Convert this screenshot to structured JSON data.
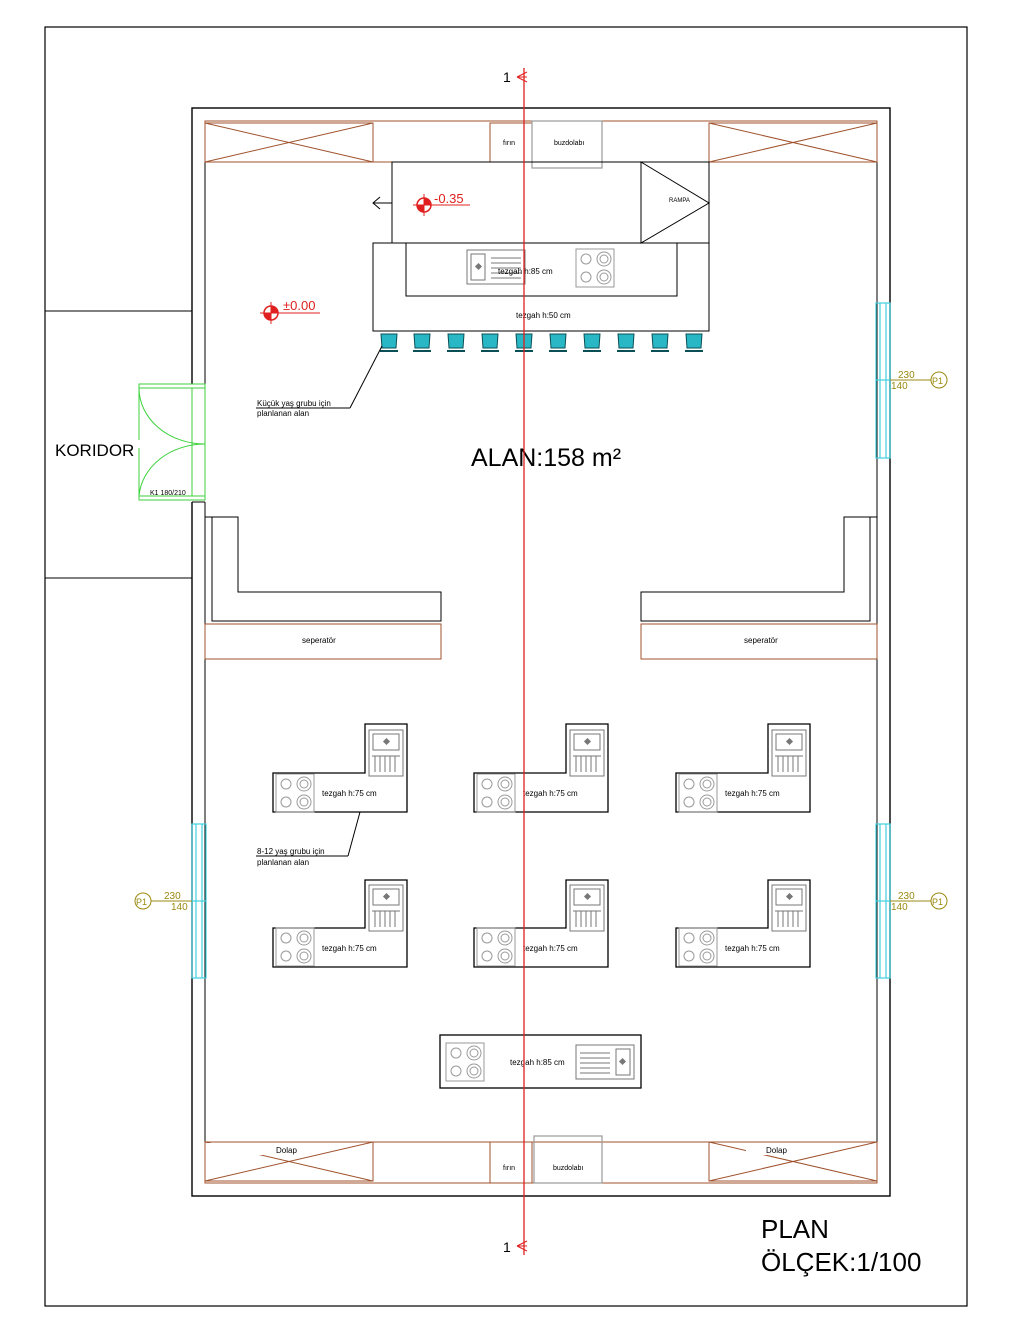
{
  "colors": {
    "wall": "#000000",
    "furniture": "#a0522d",
    "appliance": "#9a9a9a",
    "section": "#e0201f",
    "window": "#3fd0e0",
    "door": "#3cd23c",
    "tag": "#9a8a10",
    "stool": "#2ab7c5"
  },
  "plan": {
    "title": "PLAN",
    "scale": "ÖLÇEK:1/100",
    "area": "ALAN:158 m²",
    "corridor": "KORIDOR",
    "door_tag": "K1 180/210"
  },
  "section": {
    "label_top": "1",
    "label_bottom": "1"
  },
  "levels": {
    "upper": "-0.35",
    "main": "±0.00"
  },
  "kitchen": {
    "fridge": "buzdolabı",
    "oven": "fırın",
    "ramp": "RAMPA",
    "counter_high": "tezgah h:85 cm",
    "counter_child": "tezgah h:50 cm",
    "counter_mid": "tezgah h:75 cm",
    "separator": "seperatör",
    "cabinet": "Dolap"
  },
  "notes": {
    "young_group_line1": "Küçük yaş grubu için",
    "young_group_line2": "planlanan alan",
    "school_group_line1": "8-12 yaş grubu için",
    "school_group_line2": "planlanan alan"
  },
  "windows": {
    "tag": "P1",
    "height": "230",
    "sill": "140"
  }
}
